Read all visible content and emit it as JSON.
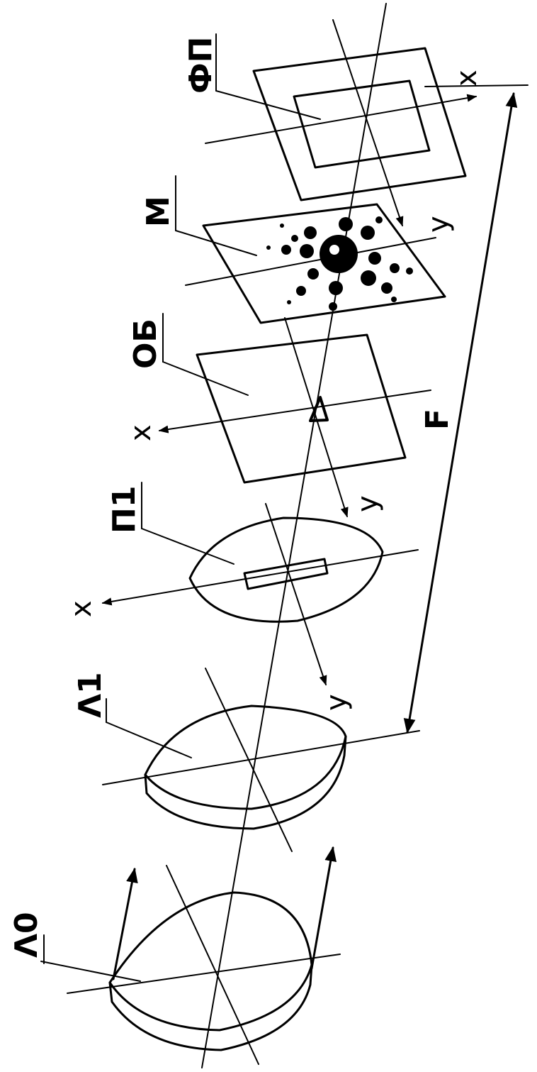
{
  "labels": {
    "lens0": "Λ0",
    "lens1": "Λ1",
    "slit": "П1",
    "object": "ОБ",
    "mask": "М",
    "detector": "ФП",
    "focal": "F"
  },
  "axes": {
    "x": "x",
    "y": "y"
  }
}
